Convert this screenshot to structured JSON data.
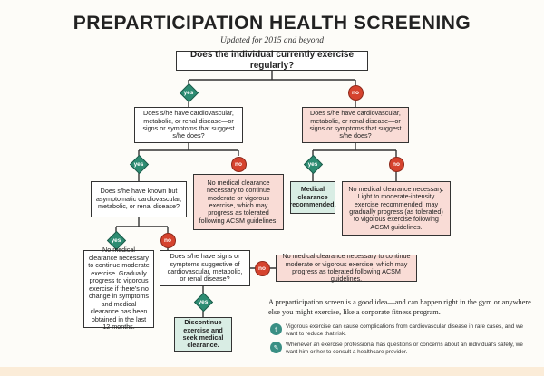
{
  "title": "PREPARTICIPATION HEALTH SCREENING",
  "subtitle": "Updated for 2015 and beyond",
  "main_question": "Does the individual currently exercise regularly?",
  "yes": "yes",
  "no": "no",
  "q_yes_disease": "Does s/he have cardiovascular, metabolic, or renal disease—or signs or symptoms that suggest s/he does?",
  "q_no_disease": "Does s/he have cardiovascular, metabolic, or renal disease—or signs or symptoms that suggest s/he does?",
  "q_known_disease": "Does s/he have known but asymptomatic cardiovascular, metabolic, or renal disease?",
  "r_no_clearance_continue": "No medical clearance necessary to continue moderate or vigorous exercise, which may progress as tolerated following ACSM guidelines.",
  "r_clearance_recommended": "Medical clearance recommended.",
  "r_no_clearance_light": "No medical clearance necessary. Light to moderate-intensity exercise recommended; may gradually progress (as tolerated) to vigorous exercise following ACSM guidelines.",
  "r_no_clearance_gradual": "No medical clearance necessary to continue moderate exercise. Gradually progress to vigorous exercise if there's no change in symptoms and medical clearance has been obtained in the last 12 months.",
  "q_signs": "Does s/he have signs or symptoms suggestive of cardiovascular, metabolic, or renal disease?",
  "r_no_clearance_signs": "No medical clearance necessary to continue moderate or vigorous exercise, which may progress as tolerated following ACSM guidelines.",
  "r_discontinue": "Discontinue exercise and seek medical clearance.",
  "note_main": "A preparticipation screen is a good idea—and can happen right in the gym or anywhere else you might exercise, like a corporate fitness program.",
  "note_1": "Vigorous exercise can cause complications from cardiovascular disease in rare cases, and we want to reduce that risk.",
  "note_2": "Whenever an exercise professional has questions or concerns about an individual's safety, we want him or her to consult a healthcare provider.",
  "colors": {
    "yes": "#2d8c72",
    "no": "#d5432e",
    "pink_box": "#f9dcd6",
    "green_box": "#d9ede4"
  },
  "icons": {
    "note_1": "stethoscope-icon",
    "note_2": "clipboard-icon"
  }
}
